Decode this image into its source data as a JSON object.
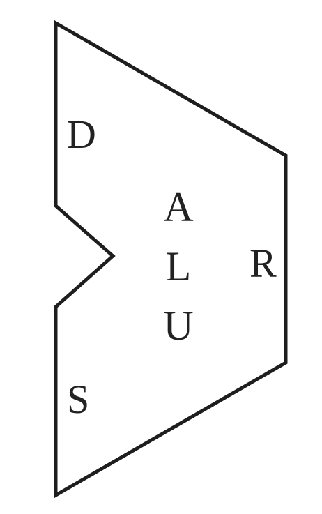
{
  "diagram": {
    "ports": {
      "top_input": "D",
      "bottom_input": "S",
      "output": "R"
    },
    "center_letters": [
      "A",
      "L",
      "U"
    ],
    "stroke_color": "#1e1e1e",
    "text_color": "#222222"
  }
}
